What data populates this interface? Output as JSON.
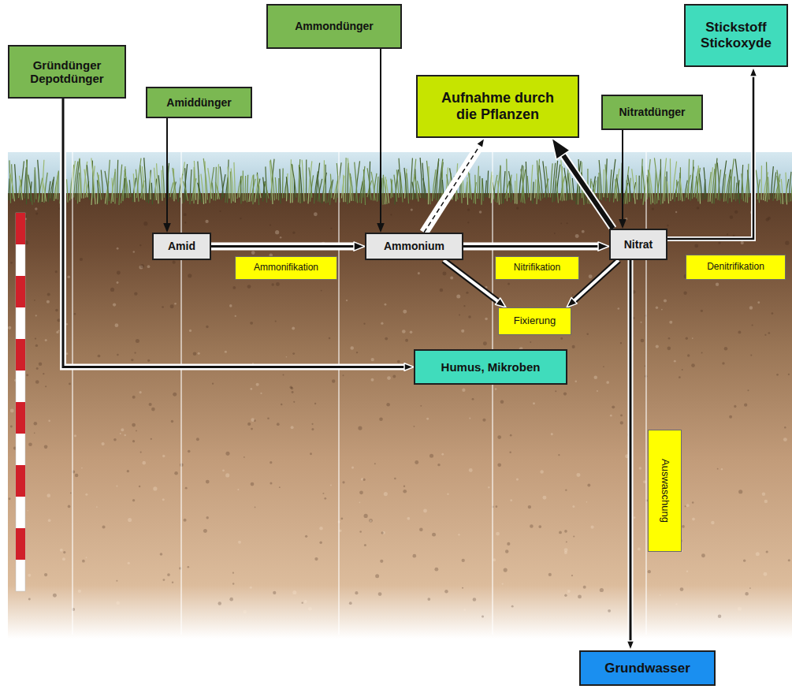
{
  "diagram": {
    "nodes": [
      {
        "text": [
          "Gründünger Depotdünger"
        ]
      },
      {
        "text": [
          "Amiddünger"
        ]
      },
      {
        "text": [
          "Ammondünger"
        ]
      },
      {
        "text": [
          "Aufnahme durch die Pflanzen"
        ]
      },
      {
        "text": [
          "Nitratdünger"
        ]
      },
      {
        "text": [
          "Stickstoff Stickoxyde"
        ]
      },
      {
        "text": [
          "Amid"
        ]
      },
      {
        "text": [
          "Ammonium"
        ]
      },
      {
        "text": [
          "Nitrat"
        ]
      },
      {
        "text": [
          "Ammonifikation"
        ]
      },
      {
        "text": [
          "Nitrifikation"
        ]
      },
      {
        "text": [
          "Denitrifikation"
        ]
      },
      {
        "text": [
          "Fixierung"
        ]
      },
      {
        "text": [
          "Humus, Mikroben"
        ]
      },
      {
        "text": [
          "Auswaschung"
        ]
      },
      {
        "text": [
          "Grundwasser"
        ]
      }
    ],
    "edges": [
      {
        "from": 0,
        "to": 13,
        "arrow": "to"
      },
      {
        "from": 1,
        "to": 6,
        "arrow": "to"
      },
      {
        "from": 2,
        "to": 7,
        "arrow": "to"
      },
      {
        "from": 4,
        "to": 8,
        "arrow": "to"
      },
      {
        "from": 6,
        "to": 7,
        "arrow": "to"
      },
      {
        "from": 7,
        "to": 8,
        "arrow": "to"
      },
      {
        "from": 7,
        "to": 3,
        "arrow": "to"
      },
      {
        "from": 8,
        "to": 3,
        "arrow": "to"
      },
      {
        "from": 8,
        "to": 5,
        "arrow": "to"
      },
      {
        "from": 7,
        "to": 12,
        "arrow": "to"
      },
      {
        "from": 8,
        "to": 12,
        "arrow": "to"
      },
      {
        "from": 8,
        "to": 15,
        "arrow": "to"
      }
    ]
  }
}
